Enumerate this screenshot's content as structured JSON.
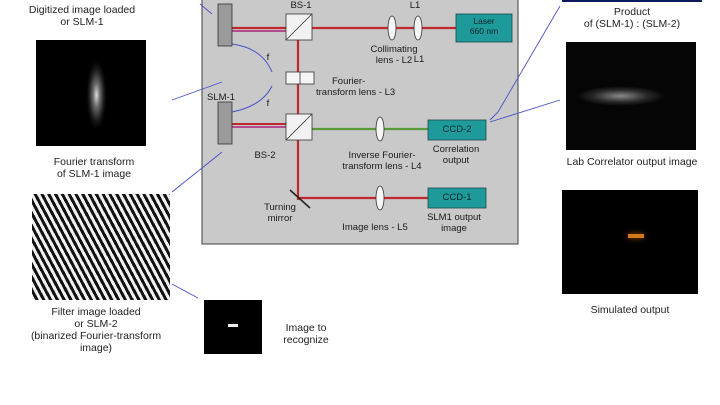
{
  "labels": {
    "digitized": [
      "Digitized image loaded",
      "or SLM-1"
    ],
    "fourier_tf": [
      "Fourier transform",
      "of SLM-1 image"
    ],
    "filter": [
      "Filter image loaded",
      "or SLM-2",
      "(binarized Fourier-transform",
      "image)"
    ],
    "recognize": [
      "Image to",
      "recognize"
    ],
    "product": [
      "Product",
      "of (SLM-1) : (SLM-2)"
    ],
    "lab_output": "Lab Correlator output image",
    "simulated": "Simulated output"
  },
  "bench": {
    "bs1": "BS-1",
    "bs2": "BS-2",
    "slm1": "SLM-1",
    "laser": [
      "Laser",
      "660 nm"
    ],
    "collimating": [
      "Collimating",
      "lens - L2"
    ],
    "l1": "L1",
    "l1_top": "L1",
    "f_top": "f",
    "f_bottom": "f",
    "fourier_lens": [
      "Fourier-",
      "transform lens - L3"
    ],
    "inverse_lens": [
      "Inverse Fourier-",
      "transform lens - L4"
    ],
    "correlation": [
      "Correlation",
      "output"
    ],
    "ccd2": "CCD-2",
    "ccd1": "CCD-1",
    "turning": [
      "Turning",
      "mirror"
    ],
    "image_lens": "Image lens - L5",
    "slm1_output": [
      "SLM1 output",
      "image"
    ]
  },
  "colors": {
    "bench_bg": "#c9c9c9",
    "bench_border": "#5a5a5a",
    "device_teal": "#1f9a9a",
    "beam_red": "#c0282e",
    "beam_magenta": "#b0207a",
    "beam_green": "#5a9a3a",
    "pointer_blue": "#4a52c8"
  }
}
